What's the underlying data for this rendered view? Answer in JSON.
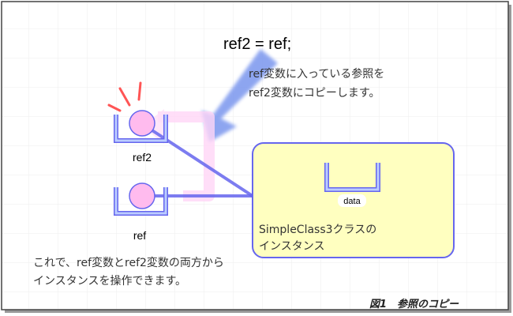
{
  "code": "ref2 = ref;",
  "note": [
    "ref変数に入っている参照を",
    "ref2変数にコピーします。"
  ],
  "vars": {
    "ref2": "ref2",
    "ref": "ref"
  },
  "instance": {
    "field": "data",
    "label": [
      "SimpleClass3クラスの",
      "インスタンス"
    ]
  },
  "summary": [
    "これで、ref変数とref2変数の両方から",
    "インスタンスを操作できます。"
  ],
  "caption": "図1　参照のコピー",
  "colors": {
    "instance_fill": "#ffffc0",
    "instance_border": "#6666ee",
    "ball": "#ffbbee",
    "arrow": "#7799ee",
    "spark": "#ff5555"
  }
}
